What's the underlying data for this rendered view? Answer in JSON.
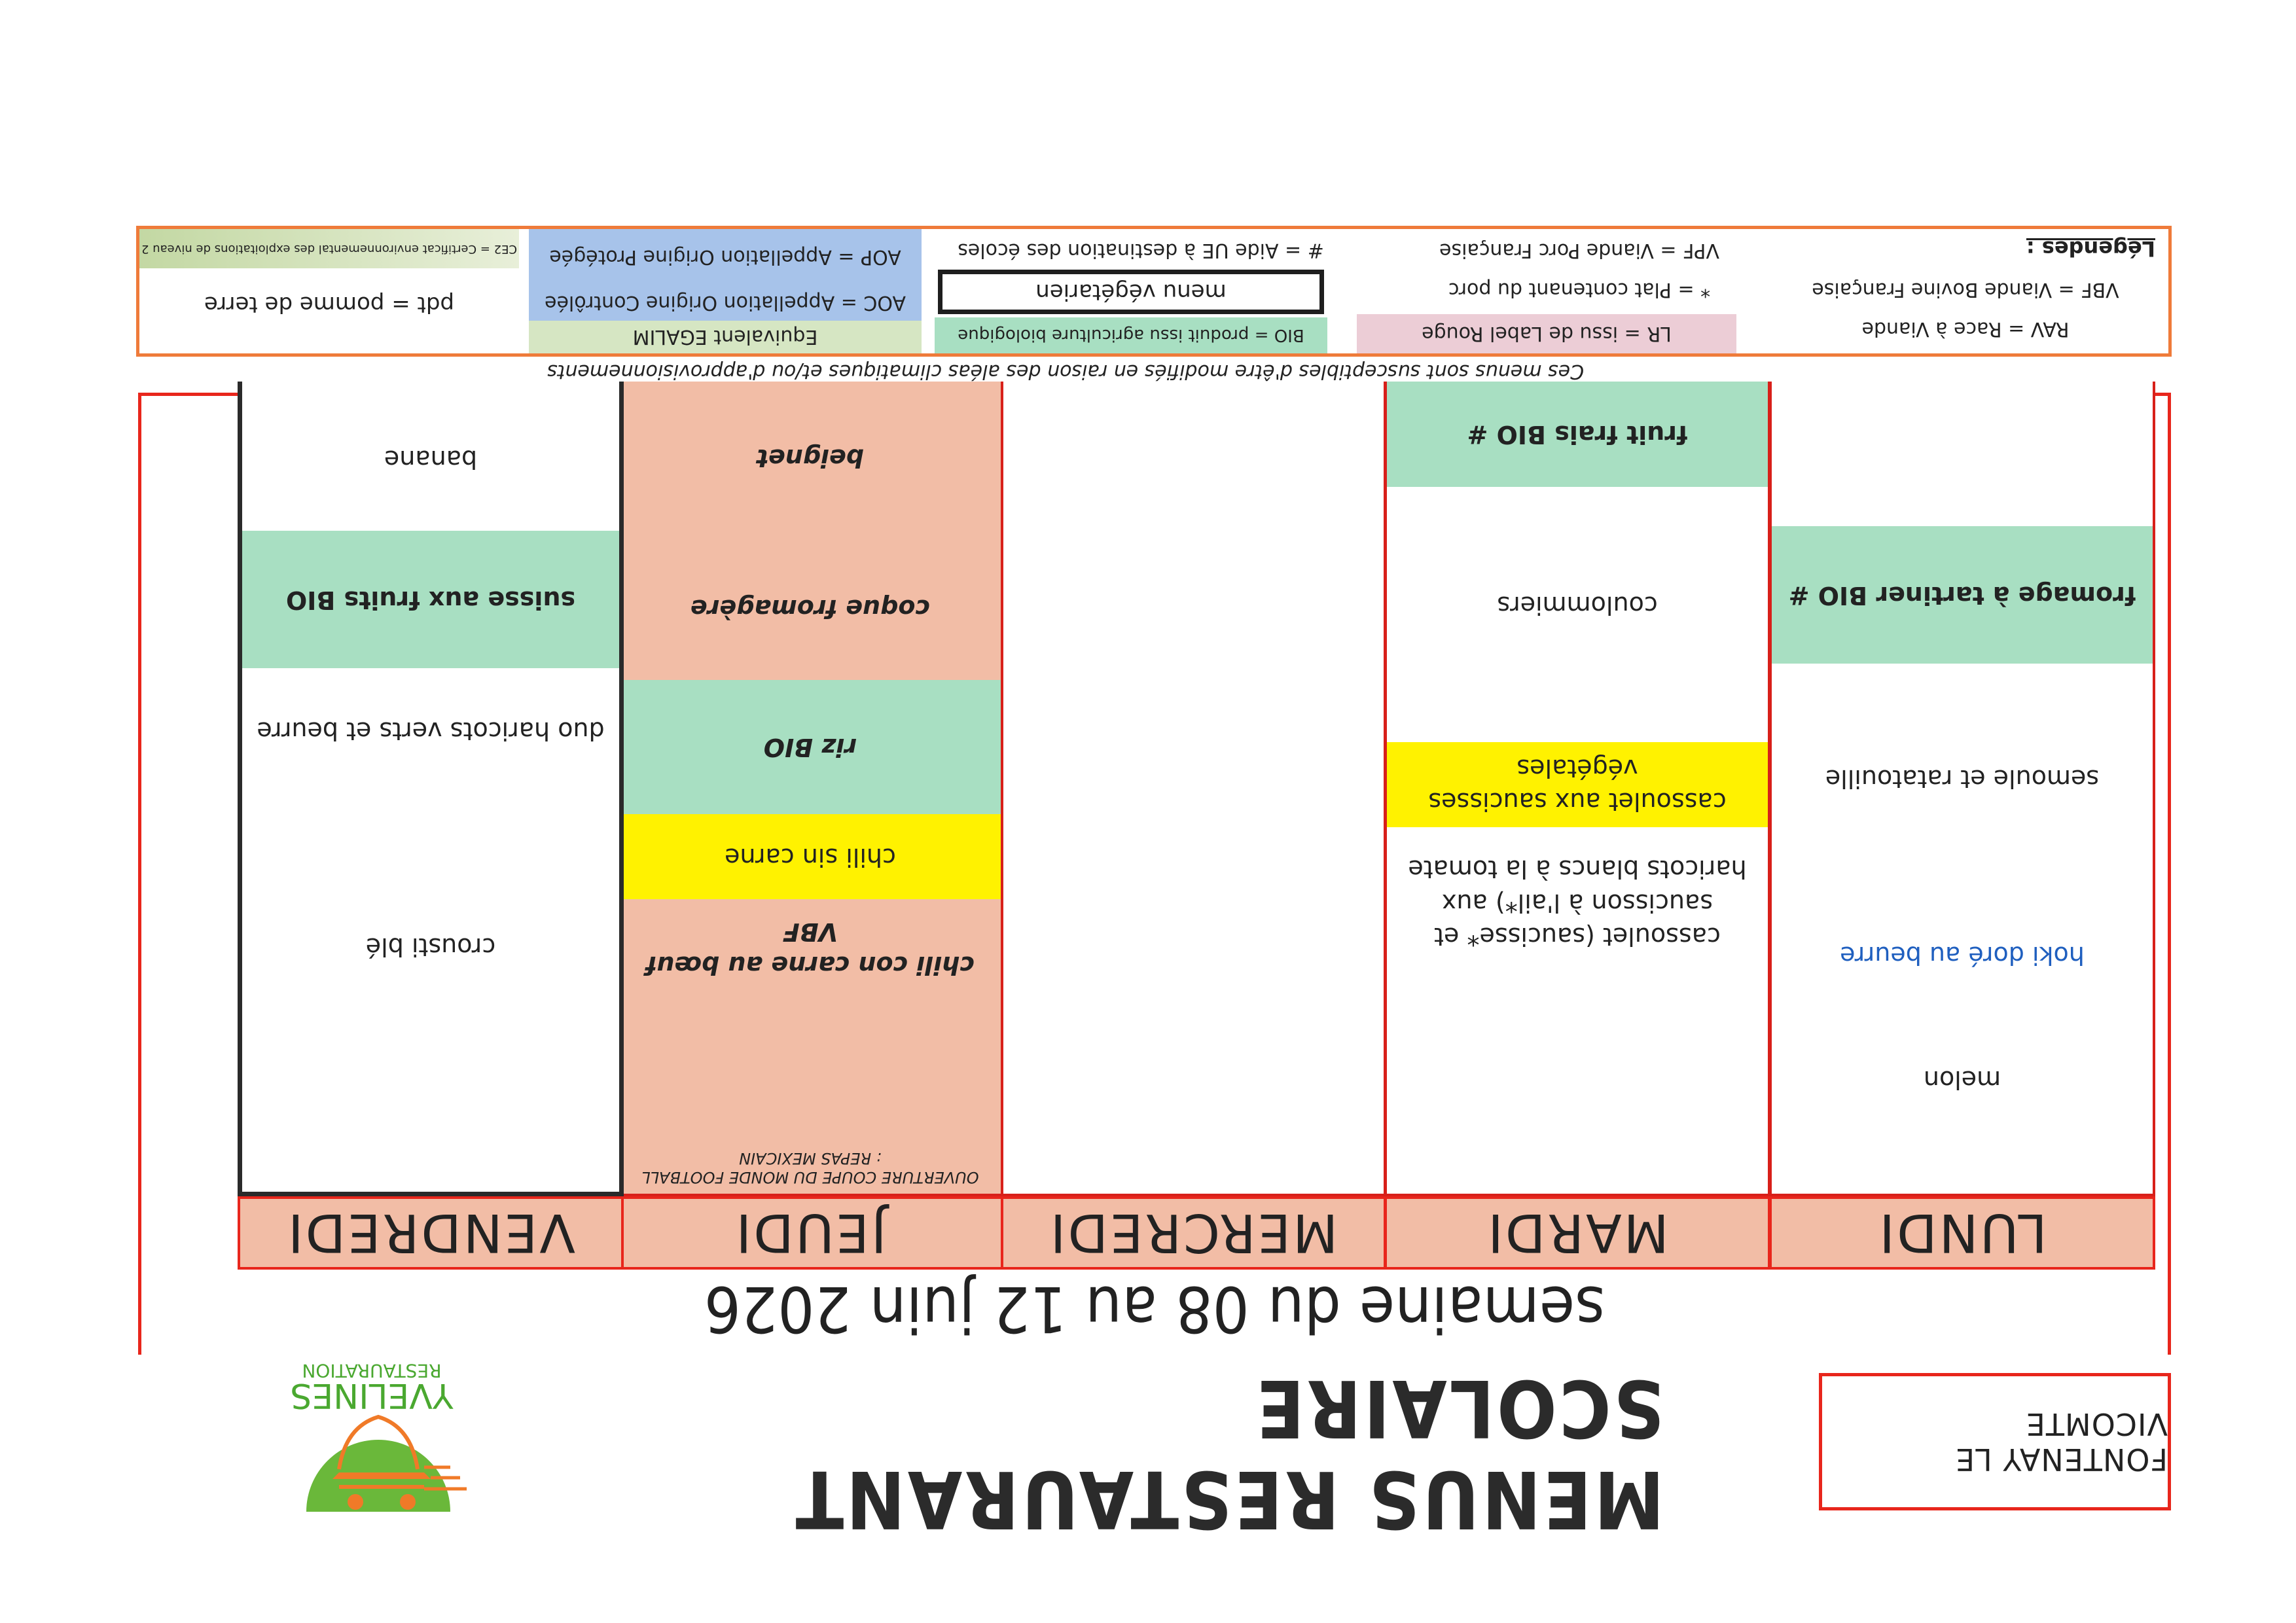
{
  "site": "FONTENAY LE VICOMTE",
  "title": "MENUS RESTAURANT SCOLAIRE",
  "logo": {
    "line1": "YVELINES",
    "line2": "RESTAURATION",
    "icon": "serving-tray-logo-icon"
  },
  "week": "semaine du 08 au 12 juin 2026",
  "days": [
    {
      "name": "LUNDI",
      "items": [
        {
          "text": "melon",
          "style": "plain"
        },
        {
          "text": "hoki doré au beurre",
          "style": "blue"
        },
        {
          "text": "semoule et ratatouille",
          "style": "plain"
        },
        {
          "text": "fromage à tartiner BIO #",
          "style": "bio"
        }
      ]
    },
    {
      "name": "MARDI",
      "items": [
        {
          "text": "cassoulet (saucisse* et saucisson à l'ail*) aux haricots blancs à la tomate",
          "style": "plain"
        },
        {
          "text": "cassoulet aux saucisses végétales",
          "style": "vegetarian"
        },
        {
          "text": "coulommiers",
          "style": "plain"
        },
        {
          "text": "fruit frais BIO #",
          "style": "bio"
        }
      ]
    },
    {
      "name": "MERCREDI",
      "items": []
    },
    {
      "name": "JEUDI",
      "note": "OUVERTURE COUPE DU MONDE FOOTBALL : REPAS MEXICAIN",
      "items": [
        {
          "text": "chili con carne au bœuf VBF",
          "style": "theme"
        },
        {
          "text": "chili sin carne",
          "style": "vegetarian"
        },
        {
          "text": "riz BIO",
          "style": "bio"
        },
        {
          "text": "coque fromagère",
          "style": "theme"
        },
        {
          "text": "beignet",
          "style": "theme"
        }
      ]
    },
    {
      "name": "VENDREDI",
      "items": [
        {
          "text": "crousti blé",
          "style": "plain"
        },
        {
          "text": "duo haricots verts et beurre",
          "style": "plain"
        },
        {
          "text": "suisse aux fruits BIO",
          "style": "bio"
        },
        {
          "text": "banane",
          "style": "plain"
        }
      ]
    }
  ],
  "disclaimer": "Ces menus sont susceptibles d'être modifiés en raison des aléas climatiques et/ou d'approvisionnements",
  "legend": {
    "title": "Légendes :",
    "entries": {
      "vbf": "VBF = Viande Bovine Française",
      "rav": "RAV = Race à Viande",
      "vpf": "VPF = Viande Porc Française",
      "pork": "* = Plat contenant du porc",
      "lr": "LR = issu de Label Rouge",
      "ue": "# = Aide UE à destination des écoles",
      "veg": "menu végétarien",
      "bio": "BIO = produit issu agriculture biologique",
      "aop": "AOP = Appellation Origine Protégée",
      "aoc": "AOC = Appellation Origine Contrôlée",
      "egalim": "Equivalent EGALIM",
      "ce2": "CE2 = Certificat environnemental des exploitations de niveau 2",
      "pdt": "pdt = pomme de terre"
    }
  },
  "colors": {
    "frame_red": "#e8261c",
    "legend_orange": "#ef7b3a",
    "header_salmon": "#f2bda6",
    "bio_green": "#a8dfc2",
    "vegetarian_yellow": "#fff200",
    "lr_pink": "#eccdd6",
    "aop_blue": "#a7c3ea",
    "egalim_green": "#d6e6c3",
    "fish_blue_text": "#1f5fbf",
    "logo_green": "#6ab83a",
    "logo_orange": "#f07a28"
  }
}
